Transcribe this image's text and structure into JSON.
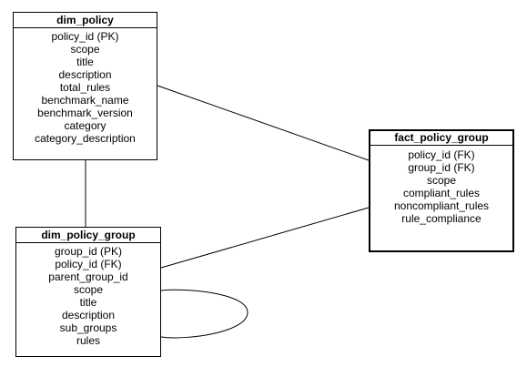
{
  "entities": {
    "dim_policy": {
      "title": "dim_policy",
      "attributes": [
        "policy_id (PK)",
        "scope",
        "title",
        "description",
        "total_rules",
        "benchmark_name",
        "benchmark_version",
        "category",
        "category_description"
      ]
    },
    "fact_policy_group": {
      "title": "fact_policy_group",
      "attributes": [
        "policy_id (FK)",
        "group_id (FK)",
        "scope",
        "compliant_rules",
        "noncompliant_rules",
        "rule_compliance"
      ]
    },
    "dim_policy_group": {
      "title": "dim_policy_group",
      "attributes": [
        "group_id (PK)",
        "policy_id (FK)",
        "parent_group_id",
        "scope",
        "title",
        "description",
        "sub_groups",
        "rules"
      ]
    }
  },
  "colors": {
    "line": "#000000",
    "box_border": "#000000",
    "background": "#ffffff"
  }
}
